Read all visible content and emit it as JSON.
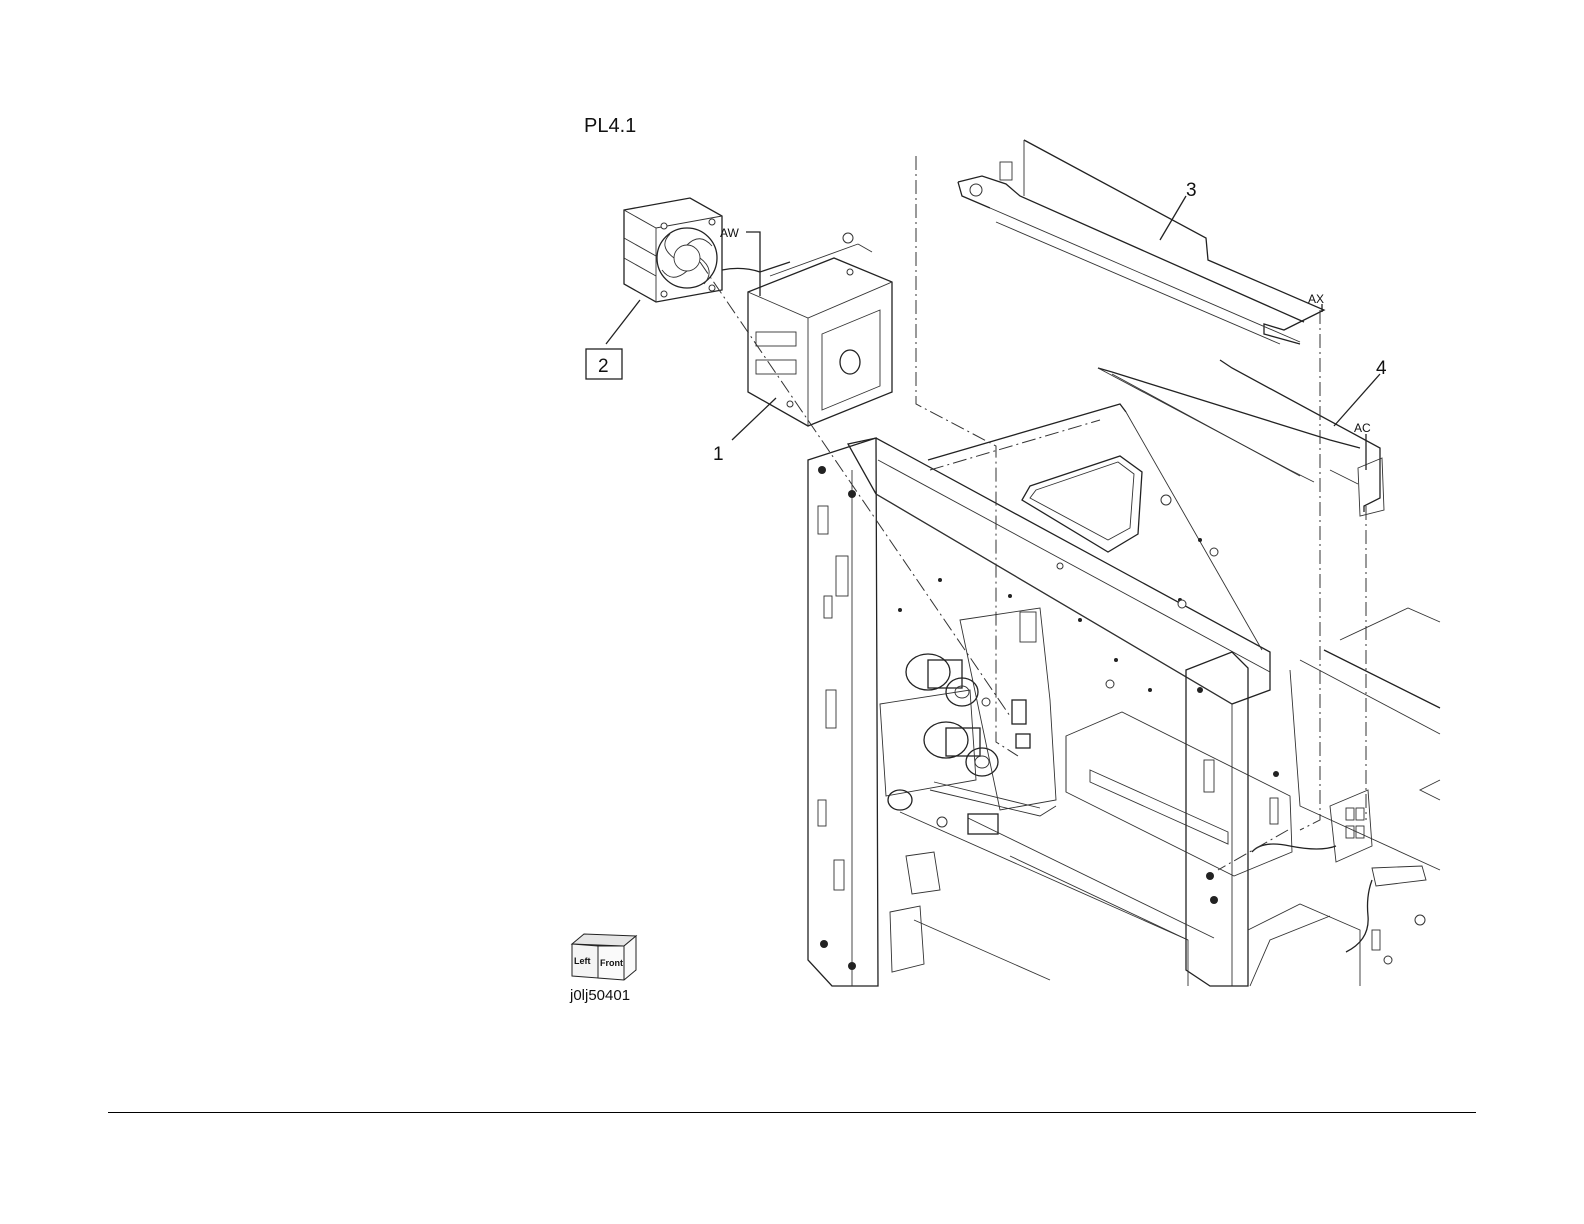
{
  "plate": {
    "title": "PL4.1",
    "figure_id": "j0lj50401"
  },
  "callouts": [
    {
      "id": "1",
      "text": "1"
    },
    {
      "id": "2",
      "text": "2",
      "boxed": true
    },
    {
      "id": "3",
      "text": "3"
    },
    {
      "id": "4",
      "text": "4"
    }
  ],
  "connectors": [
    {
      "id": "AW",
      "text": "AW"
    },
    {
      "id": "AX",
      "text": "AX"
    },
    {
      "id": "AC",
      "text": "AC"
    }
  ],
  "orientation_cube": {
    "left_face": "Left",
    "front_face": "Front"
  }
}
